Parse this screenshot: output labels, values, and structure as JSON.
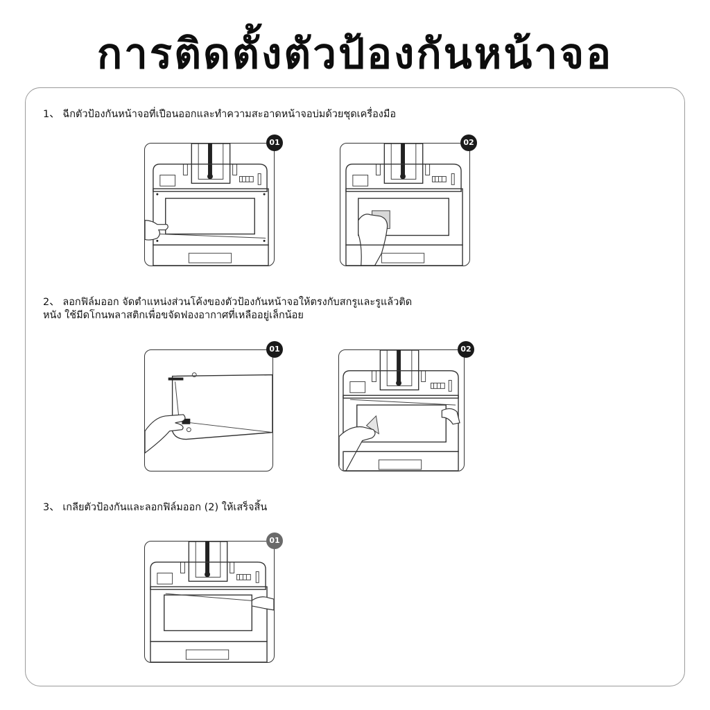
{
  "title": "การติดตั้งตัวป้องกันหน้าจอ",
  "steps": [
    {
      "lines": [
        "1、 ฉีกตัวป้องกันหน้าจอที่เปือนออกและทำความสะอาดหน้าจอบ่มด้วยชุดเครื่องมือ"
      ]
    },
    {
      "lines": [
        "2、 ลอกฟิล์มออก จัดตำแหน่งส่วนโค้งของตัวป้องกันหน้าจอให้ตรงกับสกรูและรูแล้วติด",
        "หนัง  ใช้มีดโกนพลาสติกเพื่อขจัดฟองอากาศที่เหลืออยู่เล็กน้อย"
      ]
    },
    {
      "lines": [
        "3、 เกลียตัวป้องกันและลอกฟิล์มออก (2) ให้เสร็จสิ้น"
      ]
    }
  ],
  "badges": {
    "s1a": "01",
    "s1b": "02",
    "s2a": "01",
    "s2b": "02",
    "s3a": "01"
  },
  "colors": {
    "badge": "#1a1a1a",
    "badge_gray": "#6a6a6a",
    "panel_border": "#9a9a9a"
  }
}
